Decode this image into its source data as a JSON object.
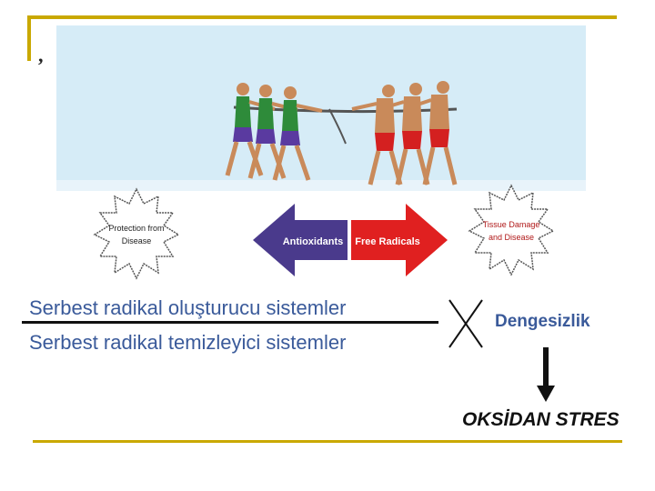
{
  "slide": {
    "comma_mark": ",",
    "line_generating": "Serbest radikal oluşturucu sistemler",
    "line_scavenging": "Serbest radikal temizleyici sistemler",
    "imbalance_label": "Dengesizlik",
    "result_label": "OKSİDAN STRES"
  },
  "illustration": {
    "left_starburst_text": [
      "Protection from",
      "Disease"
    ],
    "left_arrow_text": "Antioxidants",
    "right_arrow_text": "Free Radicals",
    "right_starburst_text": [
      "Tissue Damage",
      "and Disease"
    ],
    "colors": {
      "antioxidant_arrow": "#4a3a8c",
      "free_radical_arrow": "#e02020",
      "team_green_shirt": "#2e8b3a",
      "team_red_shirt": "#d42020",
      "accent_frame": "#c9a800",
      "text_blue": "#3a5a9a"
    }
  }
}
